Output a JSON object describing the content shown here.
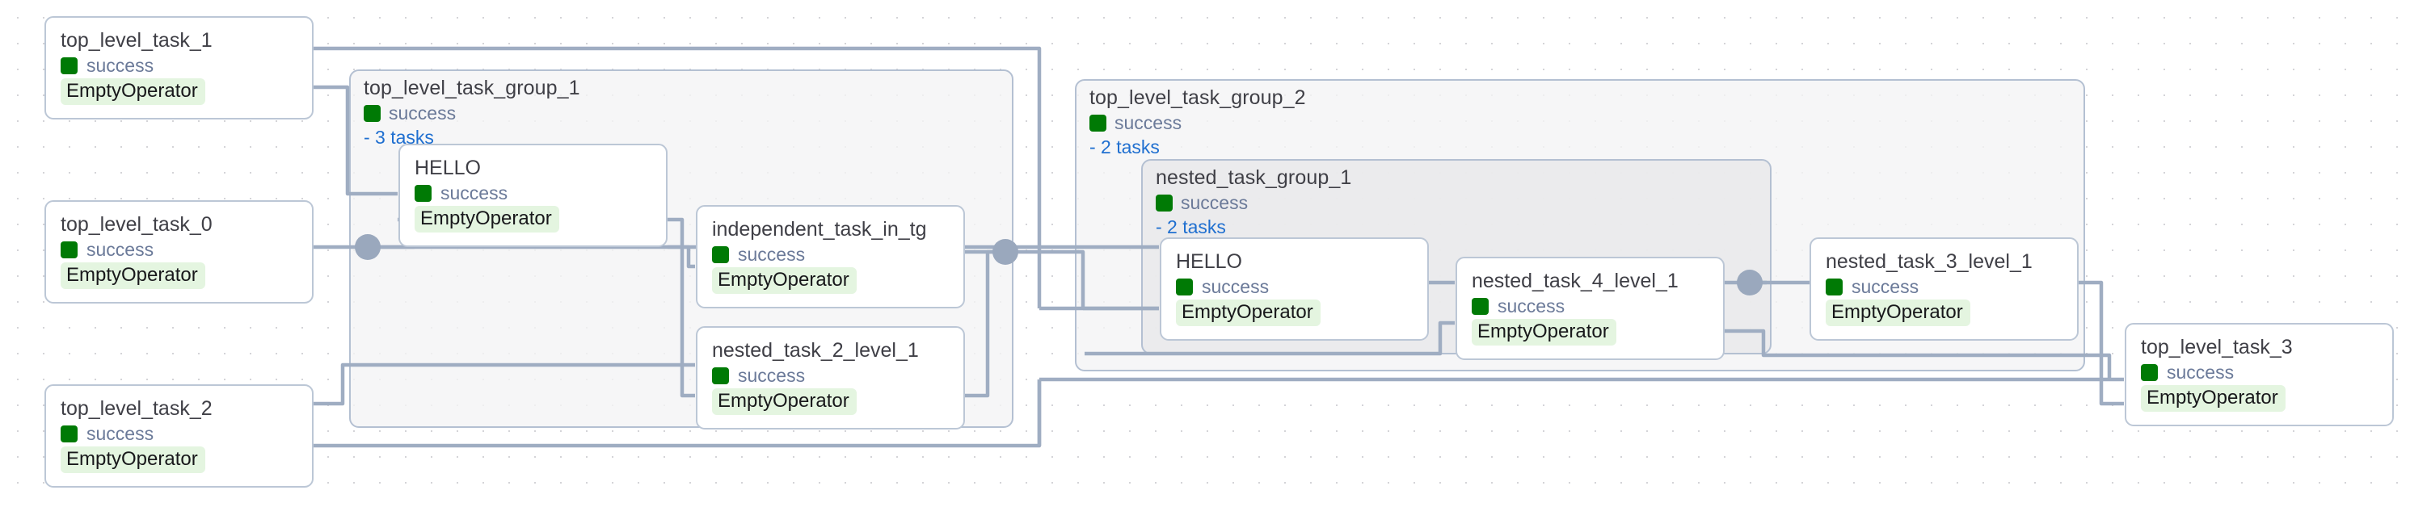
{
  "view": {
    "name": "airflow-dag-graph",
    "background": "#ffffff",
    "grid_dot_color": "#d4d4d8",
    "edge_color": "#9fadc2",
    "junction_color": "#9aa8bd"
  },
  "legend": {
    "status_label": "success",
    "status_color": "#007a05",
    "operator_label": "EmptyOperator",
    "operator_bg": "#e4f5e0",
    "group_link_color": "#1f6fd0"
  },
  "task_groups": [
    {
      "id": "top_level_task_group_1",
      "title": "top_level_task_group_1",
      "status": "success",
      "tasks_label": "- 3 tasks",
      "task_count": 3,
      "level": 1
    },
    {
      "id": "top_level_task_group_2",
      "title": "top_level_task_group_2",
      "status": "success",
      "tasks_label": "- 2 tasks",
      "task_count": 2,
      "level": 1
    },
    {
      "id": "nested_task_group_1",
      "title": "nested_task_group_1",
      "status": "success",
      "tasks_label": "- 2 tasks",
      "task_count": 2,
      "level": 2
    }
  ],
  "nodes": [
    {
      "id": "top_level_task_1",
      "title": "top_level_task_1",
      "status": "success",
      "operator": "EmptyOperator",
      "group": null
    },
    {
      "id": "top_level_task_0",
      "title": "top_level_task_0",
      "status": "success",
      "operator": "EmptyOperator",
      "group": null
    },
    {
      "id": "top_level_task_2",
      "title": "top_level_task_2",
      "status": "success",
      "operator": "EmptyOperator",
      "group": null
    },
    {
      "id": "tg1_hello",
      "title": "HELLO",
      "status": "success",
      "operator": "EmptyOperator",
      "group": "top_level_task_group_1"
    },
    {
      "id": "independent_task_in_tg",
      "title": "independent_task_in_tg",
      "status": "success",
      "operator": "EmptyOperator",
      "group": "top_level_task_group_1"
    },
    {
      "id": "nested_task_2_level_1",
      "title": "nested_task_2_level_1",
      "status": "success",
      "operator": "EmptyOperator",
      "group": "top_level_task_group_1"
    },
    {
      "id": "ntg1_hello",
      "title": "HELLO",
      "status": "success",
      "operator": "EmptyOperator",
      "group": "nested_task_group_1"
    },
    {
      "id": "nested_task_4_level_1",
      "title": "nested_task_4_level_1",
      "status": "success",
      "operator": "EmptyOperator",
      "group": "nested_task_group_1"
    },
    {
      "id": "nested_task_3_level_1",
      "title": "nested_task_3_level_1",
      "status": "success",
      "operator": "EmptyOperator",
      "group": "top_level_task_group_2"
    },
    {
      "id": "top_level_task_3",
      "title": "top_level_task_3",
      "status": "success",
      "operator": "EmptyOperator",
      "group": null
    }
  ]
}
